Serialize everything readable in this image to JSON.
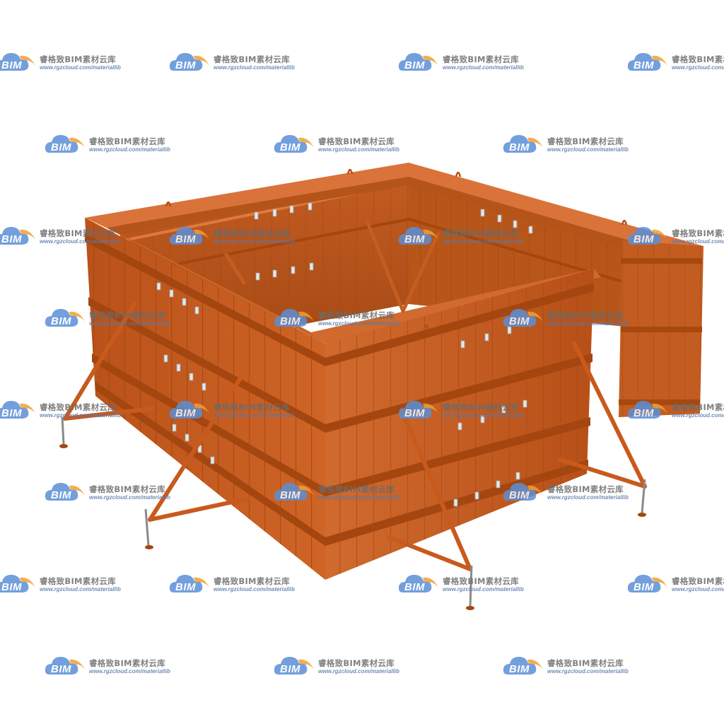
{
  "watermark": {
    "logo_text": "BIM",
    "brand": "睿格致BIM素材云库",
    "url": "www.rgzcloud.com/materiallib",
    "cloud_color": "#5b8fd6",
    "swoosh_color": "#f0a035"
  },
  "scene": {
    "subject": "steel-formwork-assembly-with-braces",
    "formwork_color": "#c85a1c",
    "formwork_dark": "#9e4312",
    "formwork_light": "#d9733a",
    "fitting_color": "#d8d8d8"
  }
}
